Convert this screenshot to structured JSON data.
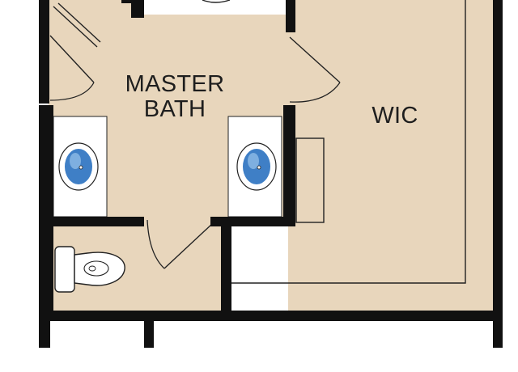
{
  "plan": {
    "colors": {
      "floor": "#e8d6bc",
      "wall": "#111111",
      "counter": "#ffffff",
      "sink_bowl": "#3f7fc6",
      "sink_highlight": "#cfe3f5",
      "line": "#222222"
    },
    "rooms": [
      {
        "id": "master-bath",
        "label_lines": [
          "MASTER",
          "BATH"
        ]
      },
      {
        "id": "wic",
        "label_lines": [
          "WIC"
        ]
      }
    ],
    "fixtures": [
      "sink-left",
      "sink-right",
      "toilet",
      "shelf-unit"
    ]
  }
}
